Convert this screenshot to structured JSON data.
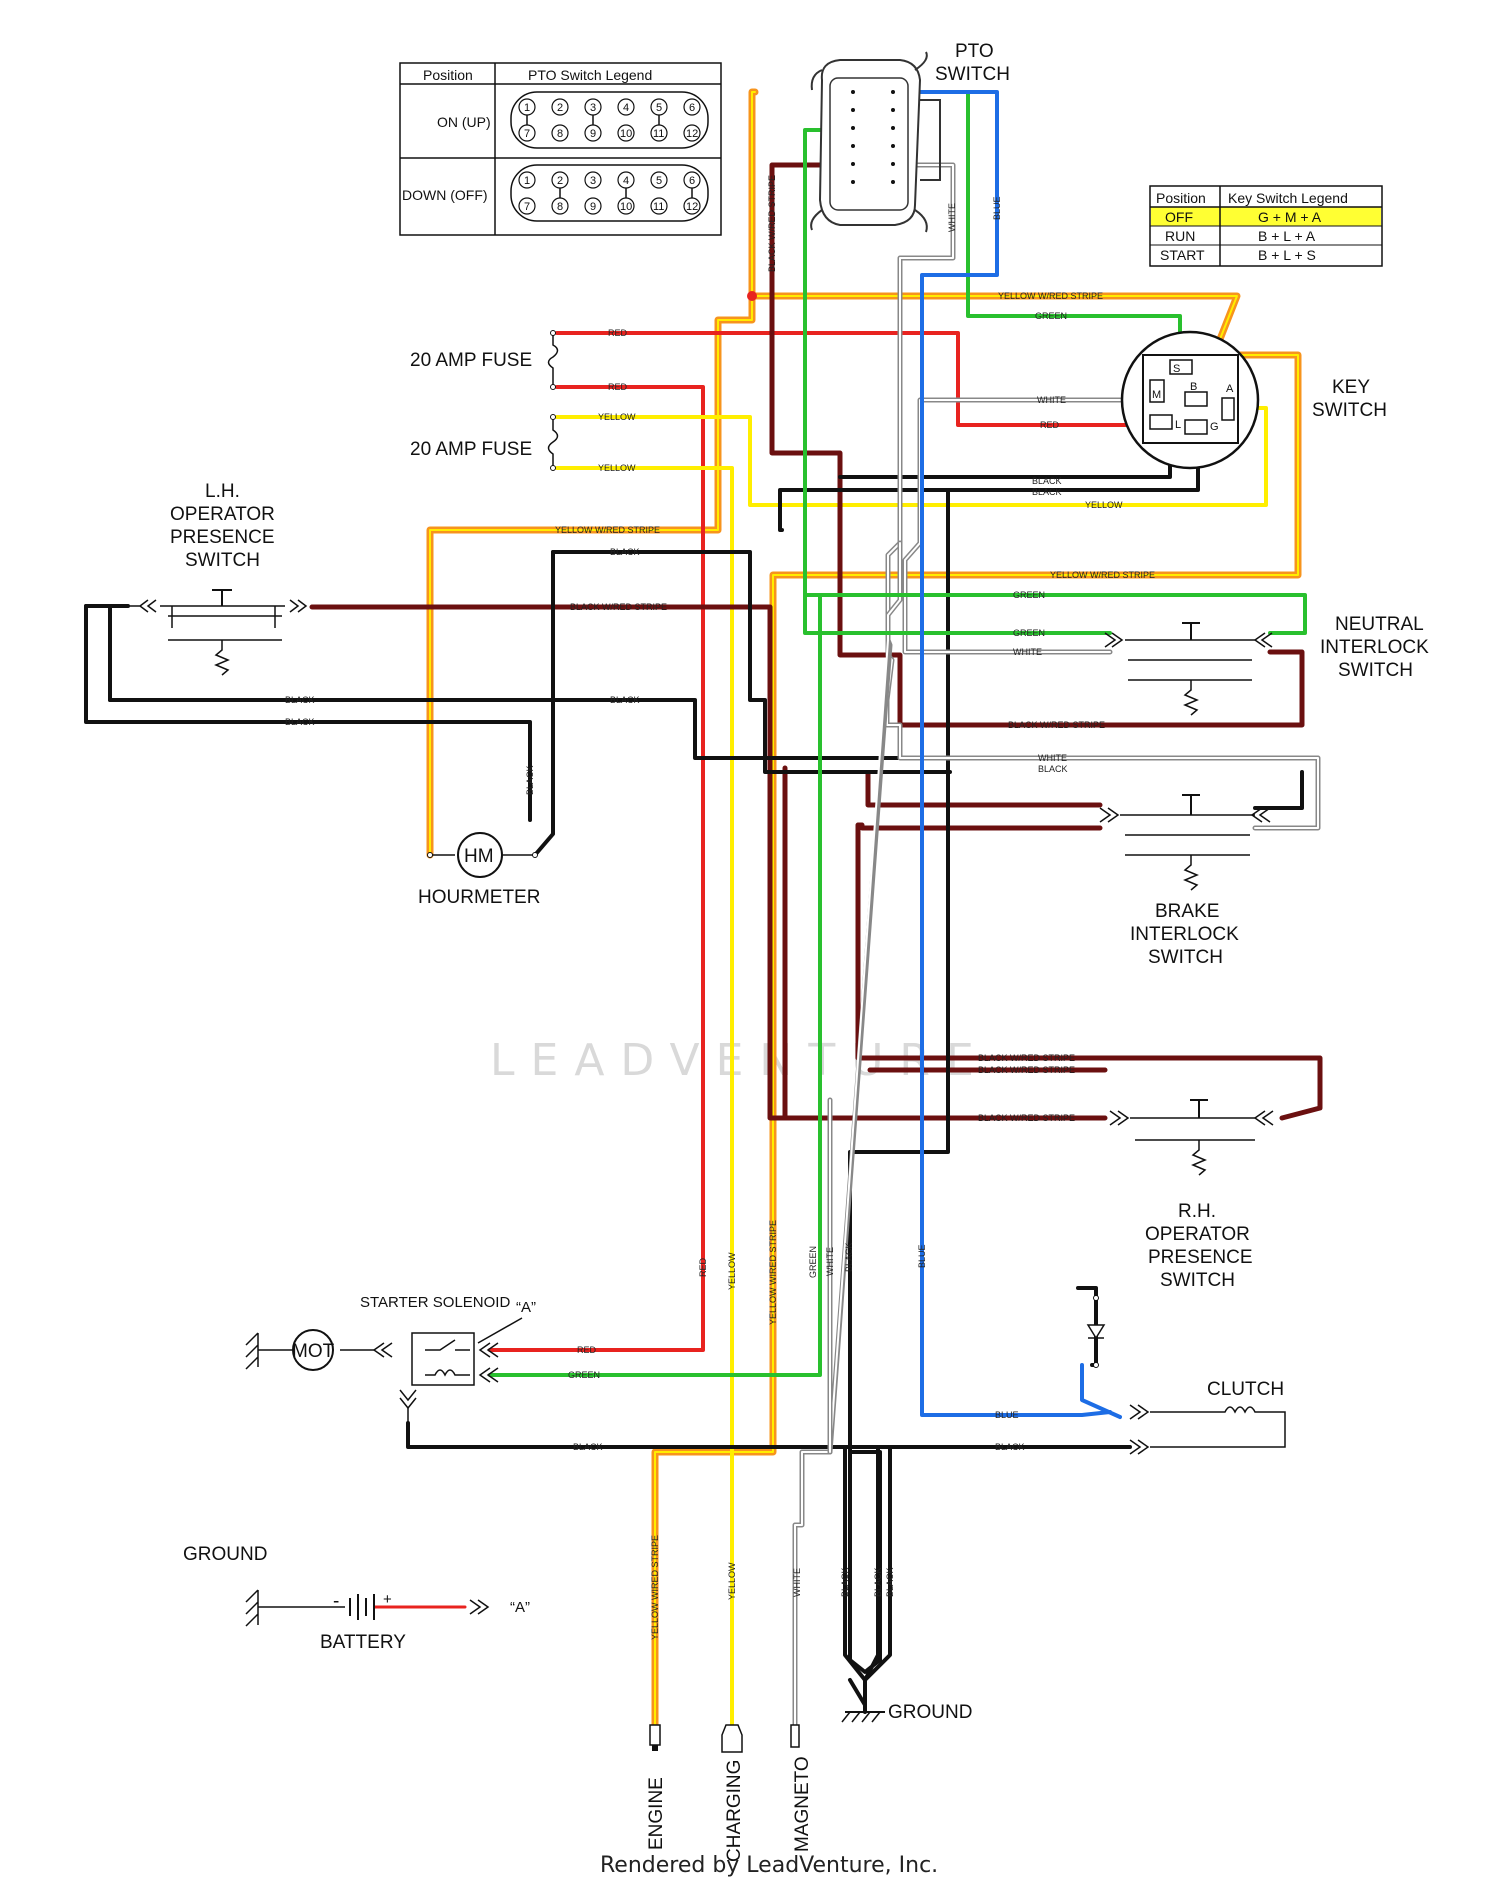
{
  "pto_legend": {
    "header_position": "Position",
    "header_title": "PTO Switch Legend",
    "rows": [
      {
        "position": "ON (UP)"
      },
      {
        "position": "DOWN (OFF)"
      }
    ],
    "top_numbers": [
      "1",
      "2",
      "3",
      "4",
      "5",
      "6"
    ],
    "bottom_numbers": [
      "7",
      "8",
      "9",
      "10",
      "11",
      "12"
    ]
  },
  "key_legend": {
    "header_position": "Position",
    "header_title": "Key Switch Legend",
    "rows": [
      {
        "position": "OFF",
        "contacts": "G + M + A",
        "highlight": "#ffff33"
      },
      {
        "position": "RUN",
        "contacts": "B + L + A"
      },
      {
        "position": "START",
        "contacts": "B + L + S"
      }
    ]
  },
  "components": {
    "pto_switch": [
      "PTO",
      "SWITCH"
    ],
    "key_switch": [
      "KEY",
      "SWITCH"
    ],
    "key_terminals": {
      "s": "S",
      "b": "B",
      "m": "M",
      "l": "L",
      "a": "A",
      "g": "G"
    },
    "fuse1": "20 AMP FUSE",
    "fuse2": "20 AMP FUSE",
    "lh_presence": [
      "L.H.",
      "OPERATOR",
      "PRESENCE",
      "SWITCH"
    ],
    "neutral": [
      "NEUTRAL",
      "INTERLOCK",
      "SWITCH"
    ],
    "brake": [
      "BRAKE",
      "INTERLOCK",
      "SWITCH"
    ],
    "rh_presence": [
      "R.H.",
      "OPERATOR",
      "PRESENCE",
      "SWITCH"
    ],
    "hourmeter": "HOURMETER",
    "hm_symbol": "HM",
    "starter": "STARTER SOLENOID",
    "mot_symbol": "MOT",
    "a_ref": "“A”",
    "clutch": "CLUTCH",
    "ground_left": "GROUND",
    "battery": "BATTERY",
    "ground_bottom": "GROUND",
    "minus": "-",
    "plus": "+",
    "engine": "ENGINE",
    "charging": "CHARGING",
    "magneto": "MAGNETO"
  },
  "wire_labels": {
    "red": "RED",
    "yellow": "YELLOW",
    "black": "BLACK",
    "white": "WHITE",
    "green": "GREEN",
    "blue": "BLUE",
    "black_red": "BLACK W/RED STRIPE",
    "yellow_red": "YELLOW W/RED STRIPE",
    "yellow_red_v": "YELLOW WIRED STRIPE"
  },
  "colors": {
    "red": "#e8231f",
    "yellow": "#ffee00",
    "orange": "#f7941d",
    "green": "#29c02e",
    "blue": "#1d6de5",
    "black": "#111111",
    "maroon": "#6b1010"
  },
  "watermark": "LEADVENTURE",
  "footer": "Rendered by LeadVenture, Inc."
}
